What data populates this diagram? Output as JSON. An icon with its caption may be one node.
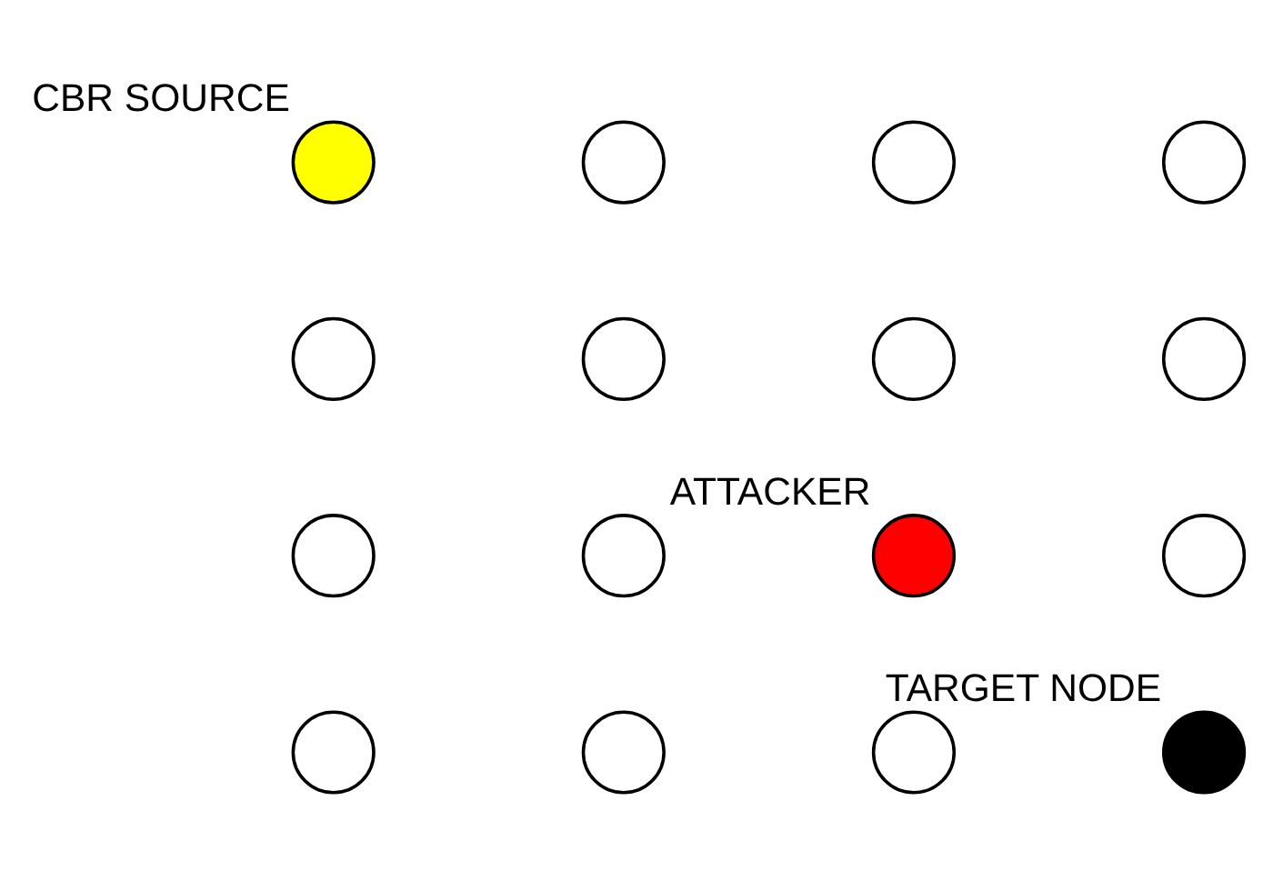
{
  "diagram": {
    "nodes": [
      {
        "text": [],
        "shape": "circle",
        "beside": [
          "CBR SOURCE"
        ]
      },
      {
        "text": [],
        "shape": "circle"
      },
      {
        "text": [],
        "shape": "circle"
      },
      {
        "text": [],
        "shape": "circle"
      },
      {
        "text": [],
        "shape": "circle"
      },
      {
        "text": [],
        "shape": "circle"
      },
      {
        "text": [],
        "shape": "circle"
      },
      {
        "text": [],
        "shape": "circle"
      },
      {
        "text": [],
        "shape": "circle"
      },
      {
        "text": [],
        "shape": "circle"
      },
      {
        "text": [],
        "shape": "circle",
        "beside": [
          "ATTACKER"
        ]
      },
      {
        "text": [],
        "shape": "circle"
      },
      {
        "text": [],
        "shape": "circle"
      },
      {
        "text": [],
        "shape": "circle"
      },
      {
        "text": [],
        "shape": "circle"
      },
      {
        "text": [],
        "shape": "circle",
        "beside": [
          "TARGET NODE"
        ]
      }
    ]
  }
}
